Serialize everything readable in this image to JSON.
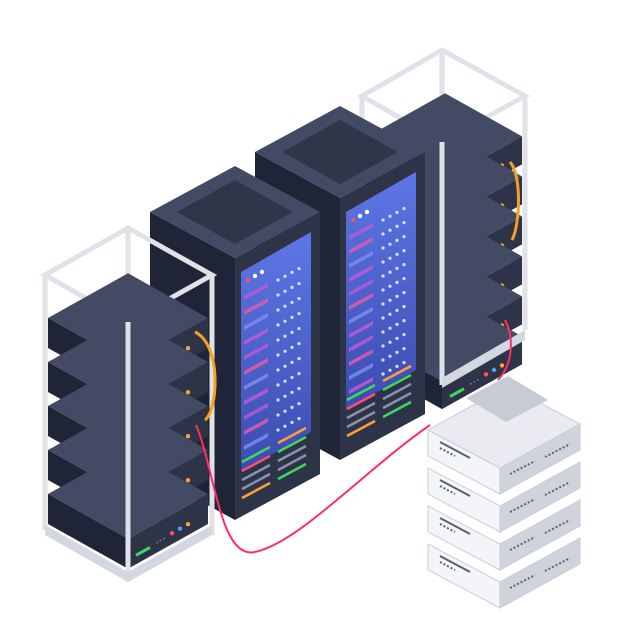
{
  "illustration": {
    "subject": "server-racks-datacenter",
    "style": "isometric",
    "objects": [
      {
        "name": "left-open-rack",
        "units": 5
      },
      {
        "name": "center-left-server-cabinet",
        "units": 11
      },
      {
        "name": "center-right-server-cabinet",
        "units": 12
      },
      {
        "name": "right-open-rack",
        "units": 6
      },
      {
        "name": "front-right-storage-stack",
        "units": 4
      }
    ]
  },
  "colors": {
    "background": "#ffffff",
    "dark_top": "#424b63",
    "dark_face": "#2d3447",
    "dark_side": "#1f2536",
    "frame": "#e1e4ea",
    "frame_edge": "#c9ced8",
    "glass": "#5d77e6",
    "glass_dark": "#4658c0",
    "led_green": "#3fd85c",
    "led_red": "#ff4d6d",
    "led_blue": "#4aa3ff",
    "led_orange": "#ff9f3a",
    "cable_red": "#ff2f63",
    "cable_orange": "#f5a020",
    "light_top": "#e9ebf0",
    "light_side": "#cfd3dc",
    "light_face": "#f4f5f8",
    "slot_dark": "#5a6170"
  }
}
